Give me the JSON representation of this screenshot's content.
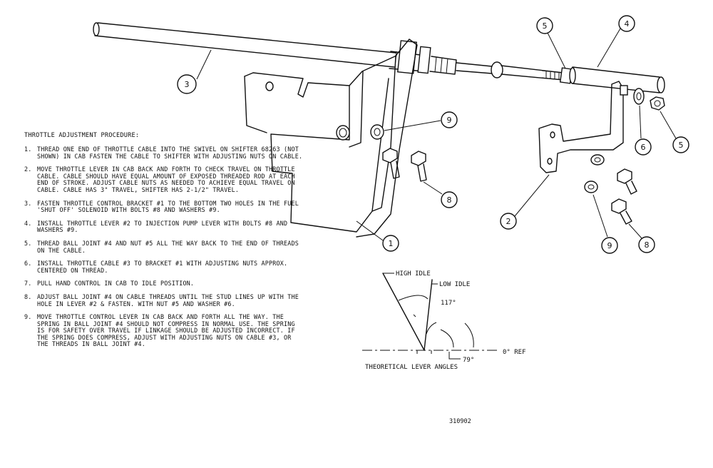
{
  "procedure": {
    "title": "THROTTLE ADJUSTMENT PROCEDURE:",
    "steps": [
      {
        "num": "1.",
        "text": "THREAD ONE END OF THROTTLE CABLE INTO THE SWIVEL ON SHIFTER 68263 (NOT SHOWN) IN CAB FASTEN THE CABLE TO SHIFTER WITH ADJUSTING NUTS ON CABLE."
      },
      {
        "num": "2.",
        "text": "MOVE THROTTLE LEVER IN CAB BACK AND FORTH TO CHECK TRAVEL ON THROTTLE CABLE. CABLE SHOULD HAVE EQUAL AMOUNT OF EXPOSED THREADED ROD AT EACH END OF STROKE. ADJUST CABLE NUTS AS NEEDED TO ACHIEVE EQUAL TRAVEL ON CABLE. CABLE HAS 3\" TRAVEL, SHIFTER HAS 2-1/2\" TRAVEL."
      },
      {
        "num": "3.",
        "text": "FASTEN THROTTLE CONTROL BRACKET #1 TO THE BOTTOM TWO HOLES IN THE FUEL 'SHUT OFF' SOLENOID WITH BOLTS #8 AND WASHERS #9."
      },
      {
        "num": "4.",
        "text": "INSTALL THROTTLE LEVER #2 TO INJECTION PUMP LEVER WITH BOLTS #8 AND WASHERS #9."
      },
      {
        "num": "5.",
        "text": "THREAD BALL JOINT #4 AND NUT #5 ALL THE WAY BACK TO THE END OF THREADS ON THE CABLE."
      },
      {
        "num": "6.",
        "text": "INSTALL THROTTLE CABLE #3 TO BRACKET #1 WITH ADJUSTING NUTS APPROX. CENTERED ON THREAD."
      },
      {
        "num": "7.",
        "text": "PULL HAND CONTROL IN CAB TO IDLE POSITION."
      },
      {
        "num": "8.",
        "text": "ADJUST BALL JOINT #4 ON CABLE THREADS UNTIL THE STUD LINES UP WITH THE HOLE IN LEVER #2 & FASTEN. WITH NUT #5 AND WASHER #6."
      },
      {
        "num": "9.",
        "text": "MOVE THROTTLE CONTROL LEVER IN CAB BACK AND FORTH ALL THE WAY. THE SPRING IN BALL JOINT #4 SHOULD NOT COMPRESS IN NORMAL USE. THE SPRING IS FOR SAFETY OVER TRAVEL IF LINKAGE SHOULD BE ADJUSTED INCORRECT. IF THE SPRING DOES COMPRESS, ADJUST WITH ADJUSTING NUTS ON CABLE #3, OR THE THREADS IN BALL JOINT #4."
      }
    ]
  },
  "callouts": {
    "c1": "1",
    "c2": "2",
    "c3": "3",
    "c4": "4",
    "c5a": "5",
    "c5b": "5",
    "c6": "6",
    "c8a": "8",
    "c8b": "8",
    "c9a": "9",
    "c9b": "9"
  },
  "lever_angles": {
    "high_idle": "HIGH IDLE",
    "low_idle": "LOW IDLE",
    "angle_117": "117°",
    "angle_79": "79°",
    "ref": "0° REF",
    "caption": "THEORETICAL LEVER ANGLES"
  },
  "drawing_number": "310902"
}
